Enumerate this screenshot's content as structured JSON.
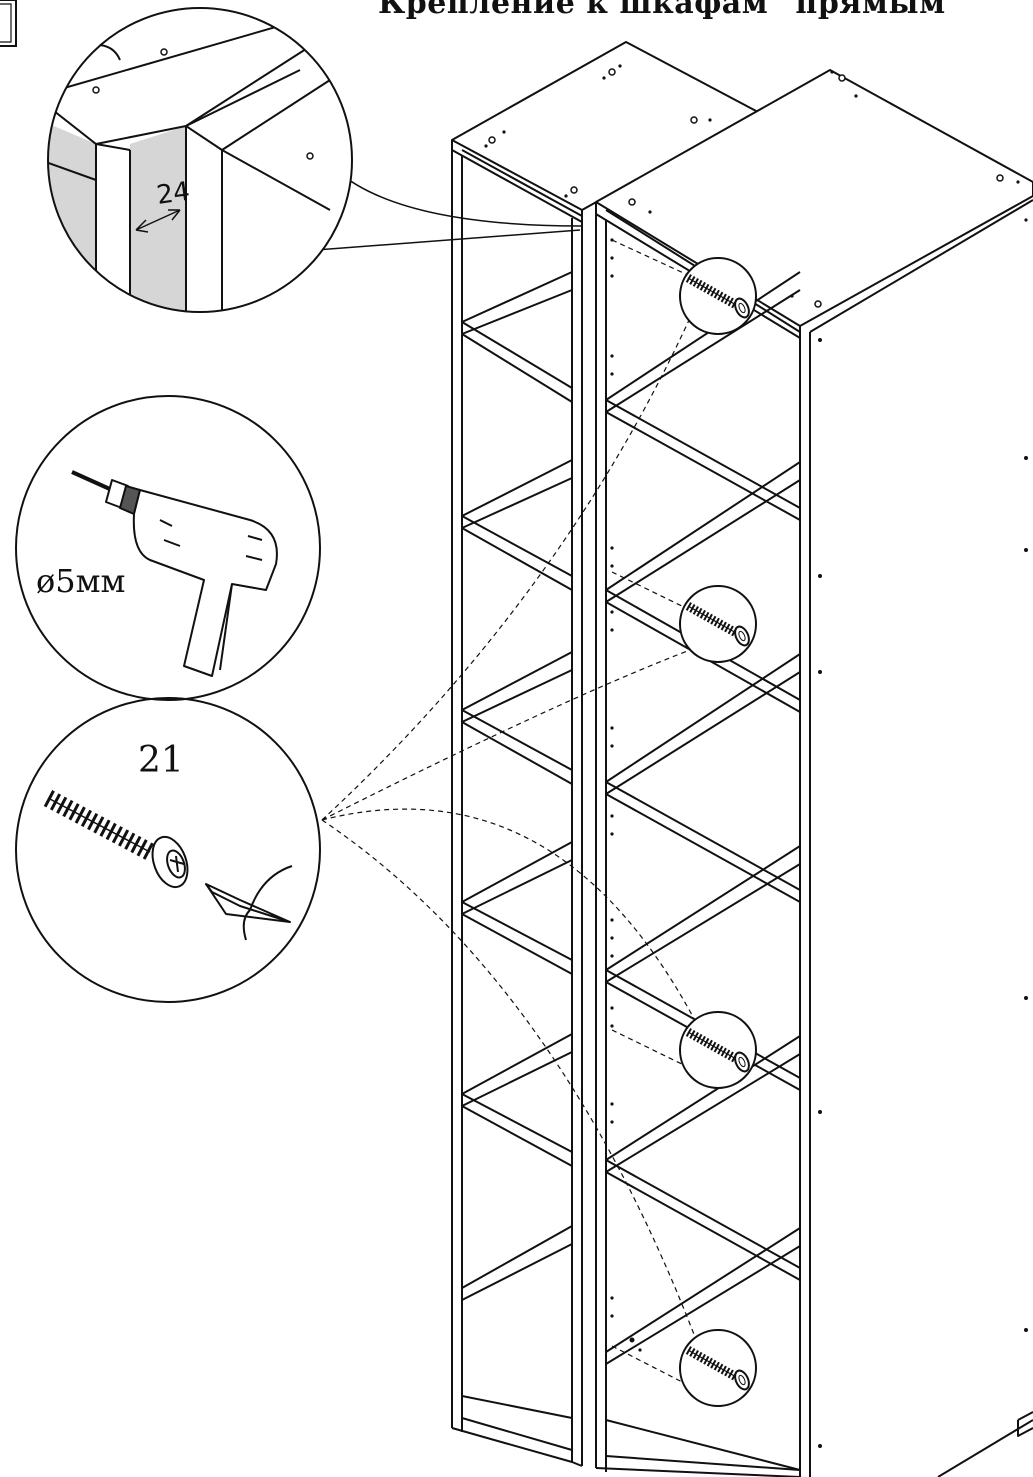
{
  "title": "Крепление к шкафам \"прямым\"",
  "detail_dimension": "24",
  "drill_diameter_label": "ø5мм",
  "screw_number": "21",
  "colors": {
    "line": "#111111",
    "hatch": "#d6d6d6",
    "background": "#ffffff"
  }
}
